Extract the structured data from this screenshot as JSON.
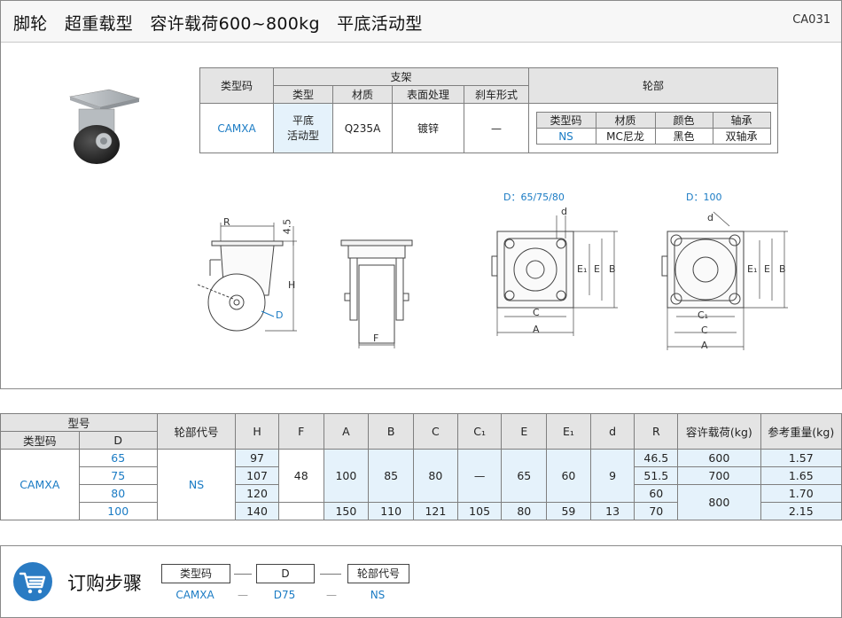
{
  "header": {
    "title": "脚轮　超重载型　容许载荷600~800kg　平底活动型",
    "code": "CA031"
  },
  "spec_table": {
    "type_code_header": "类型码",
    "bracket_header": "支架",
    "wheel_header": "轮部",
    "bracket_cols": [
      "类型",
      "材质",
      "表面处理",
      "刹车形式"
    ],
    "bracket_values": {
      "type_code": "CAMXA",
      "type": "平底\n活动型",
      "material": "Q235A",
      "surface": "镀锌",
      "brake": "—"
    },
    "wheel_cols": [
      "类型码",
      "材质",
      "颜色",
      "轴承"
    ],
    "wheel_values": [
      "NS",
      "MC尼龙",
      "黑色",
      "双轴承"
    ]
  },
  "diagrams": {
    "side": {
      "R": "R",
      "dim_45": "4.5",
      "H": "H",
      "D": "D"
    },
    "front": {
      "F": "F"
    },
    "top1": {
      "caption": "D：65/75/80",
      "d": "d",
      "E1": "E₁",
      "E": "E",
      "B": "B",
      "C": "C",
      "A": "A"
    },
    "top2": {
      "caption": "D：100",
      "d": "d",
      "E1": "E₁",
      "E": "E",
      "B": "B",
      "C1": "C₁",
      "C": "C",
      "A": "A"
    }
  },
  "data_table": {
    "model_header": "型号",
    "type_code_header": "类型码",
    "d_header": "D",
    "wheel_code_header": "轮部代号",
    "cols": [
      "H",
      "F",
      "A",
      "B",
      "C",
      "C₁",
      "E",
      "E₁",
      "d",
      "R",
      "容许载荷(kg)",
      "参考重量(kg)"
    ],
    "type_code": "CAMXA",
    "wheel_code": "NS",
    "rows": [
      {
        "D": "65",
        "H": "97",
        "R": "46.5",
        "load": "600",
        "weight": "1.57"
      },
      {
        "D": "75",
        "H": "107",
        "R": "51.5",
        "load": "700",
        "weight": "1.65"
      },
      {
        "D": "80",
        "H": "120",
        "R": "60",
        "weight": "1.70"
      },
      {
        "D": "100",
        "H": "140",
        "R": "70",
        "weight": "2.15"
      }
    ],
    "shared_F": "48",
    "group1": {
      "A": "100",
      "B": "85",
      "C": "80",
      "C1": "—",
      "E": "65",
      "E1": "60",
      "d": "9"
    },
    "group2": {
      "A": "150",
      "B": "110",
      "C": "121",
      "C1": "105",
      "E": "80",
      "E1": "59",
      "d": "13"
    },
    "shared_load": "800"
  },
  "order": {
    "title": "订购步骤",
    "icon": "cart-icon",
    "boxes": [
      "类型码",
      "D",
      "轮部代号"
    ],
    "values": [
      "CAMXA",
      "D75",
      "NS"
    ],
    "dash": "—"
  }
}
